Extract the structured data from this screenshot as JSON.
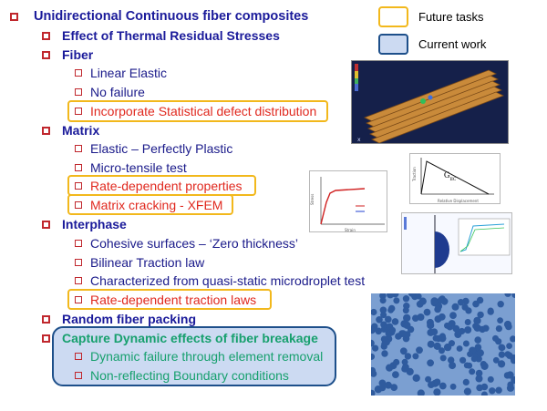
{
  "legend": {
    "future_label": "Future tasks",
    "current_label": "Current work",
    "future_color": "#f2b81c",
    "current_color": "#1d4f8a",
    "current_fill": "#ccdaf2"
  },
  "outline": {
    "title": "Unidirectional Continuous fiber composites",
    "thermal": "Effect of Thermal Residual Stresses",
    "fiber": {
      "heading": "Fiber",
      "items": [
        "Linear Elastic",
        "No failure",
        "Incorporate Statistical defect distribution"
      ]
    },
    "matrix": {
      "heading": "Matrix",
      "items": [
        "Elastic – Perfectly Plastic",
        "Micro-tensile test",
        "Rate-dependent properties",
        "Matrix cracking - XFEM"
      ]
    },
    "interphase": {
      "heading": "Interphase",
      "items": [
        "Cohesive surfaces – ‘Zero thickness’",
        "Bilinear Traction law",
        "Characterized from quasi-static microdroplet test",
        "Rate-dependent traction laws"
      ]
    },
    "random_packing": "Random fiber packing",
    "capture": {
      "heading": "Capture Dynamic effects of fiber breakage",
      "items": [
        "Dynamic failure through element removal",
        "Non-reflecting Boundary conditions"
      ]
    }
  },
  "figures": {
    "traction_label": "G",
    "traction_sub": "IIC"
  },
  "colors": {
    "bullet": "#c0272d",
    "heading_text": "#1a1a9a",
    "future_text": "#e0281e",
    "current_text": "#17a06e"
  }
}
